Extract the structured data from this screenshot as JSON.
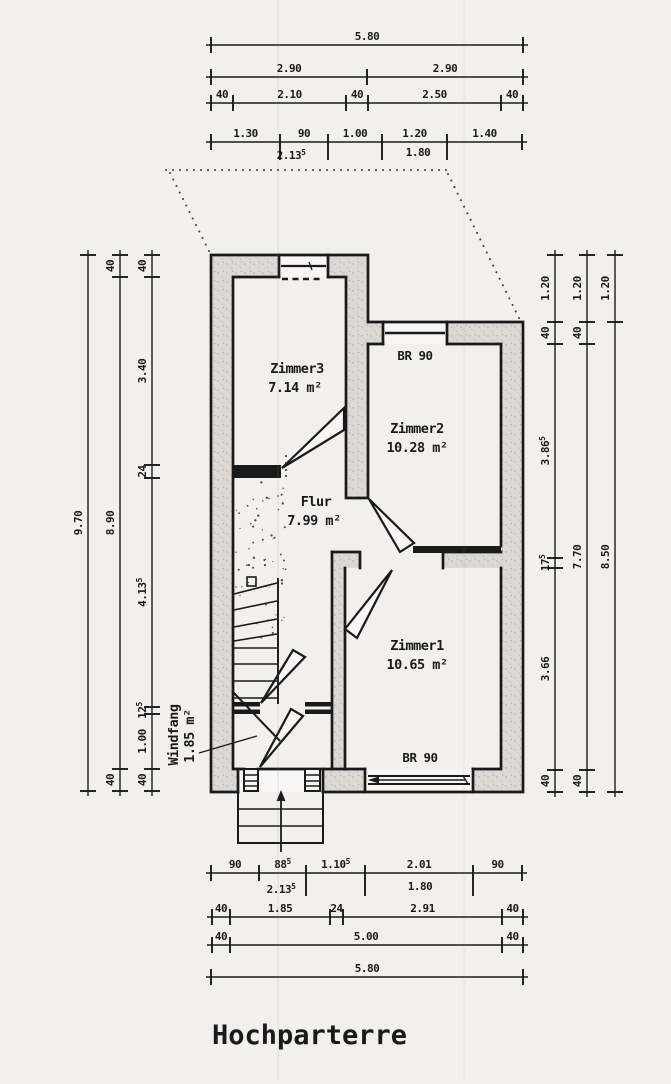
{
  "drawing_title": "Hochparterre",
  "rooms": [
    {
      "id": "zimmer3",
      "name": "Zimmer3",
      "area": "7.14 m²"
    },
    {
      "id": "zimmer2",
      "name": "Zimmer2",
      "area": "10.28 m²"
    },
    {
      "id": "flur",
      "name": "Flur",
      "area": "7.99 m²"
    },
    {
      "id": "zimmer1",
      "name": "Zimmer1",
      "area": "10.65 m²"
    },
    {
      "id": "windfang",
      "name": "Windfang",
      "area": "1.85 m²"
    }
  ],
  "window_labels": {
    "zimmer2_window": "BR 90",
    "zimmer1_window": "BR 90"
  },
  "dimensions": {
    "top1": [
      "5.80"
    ],
    "top2": [
      "2.90",
      "2.90"
    ],
    "top3": [
      "40",
      "2.10",
      "40",
      "2.50",
      "40"
    ],
    "top4": [
      "1.30",
      "90",
      "1.00",
      "1.20",
      "1.40"
    ],
    "top5": [
      "2.13^5",
      "1.80"
    ],
    "bottom1": [
      "90",
      "88^5",
      "1.10^5",
      "2.01",
      "90"
    ],
    "bottom1b": [
      "2.13^5",
      "1.80"
    ],
    "bottom2": [
      "40",
      "1.85",
      "24",
      "2.91",
      "40"
    ],
    "bottom3": [
      "40",
      "5.00",
      "40"
    ],
    "bottom4": [
      "5.80"
    ],
    "left_outer": [
      "9.70"
    ],
    "left_mid": [
      "40",
      "8.90",
      "40"
    ],
    "left_inner": [
      "40",
      "3.40",
      "24",
      "4.13^5",
      "12^5",
      "1.00",
      "40"
    ],
    "right_inner": [
      "1.20",
      "40",
      "3.86^5",
      "17^5",
      "3.66",
      "40"
    ],
    "right_mid": [
      "1.20",
      "40",
      "7.70",
      "40"
    ],
    "right_outer": [
      "1.20",
      "8.50"
    ]
  },
  "colors": {
    "paper": "#f2f0eb",
    "ink": "#1a1a1a",
    "wall_fill": "#dcd9d4"
  }
}
